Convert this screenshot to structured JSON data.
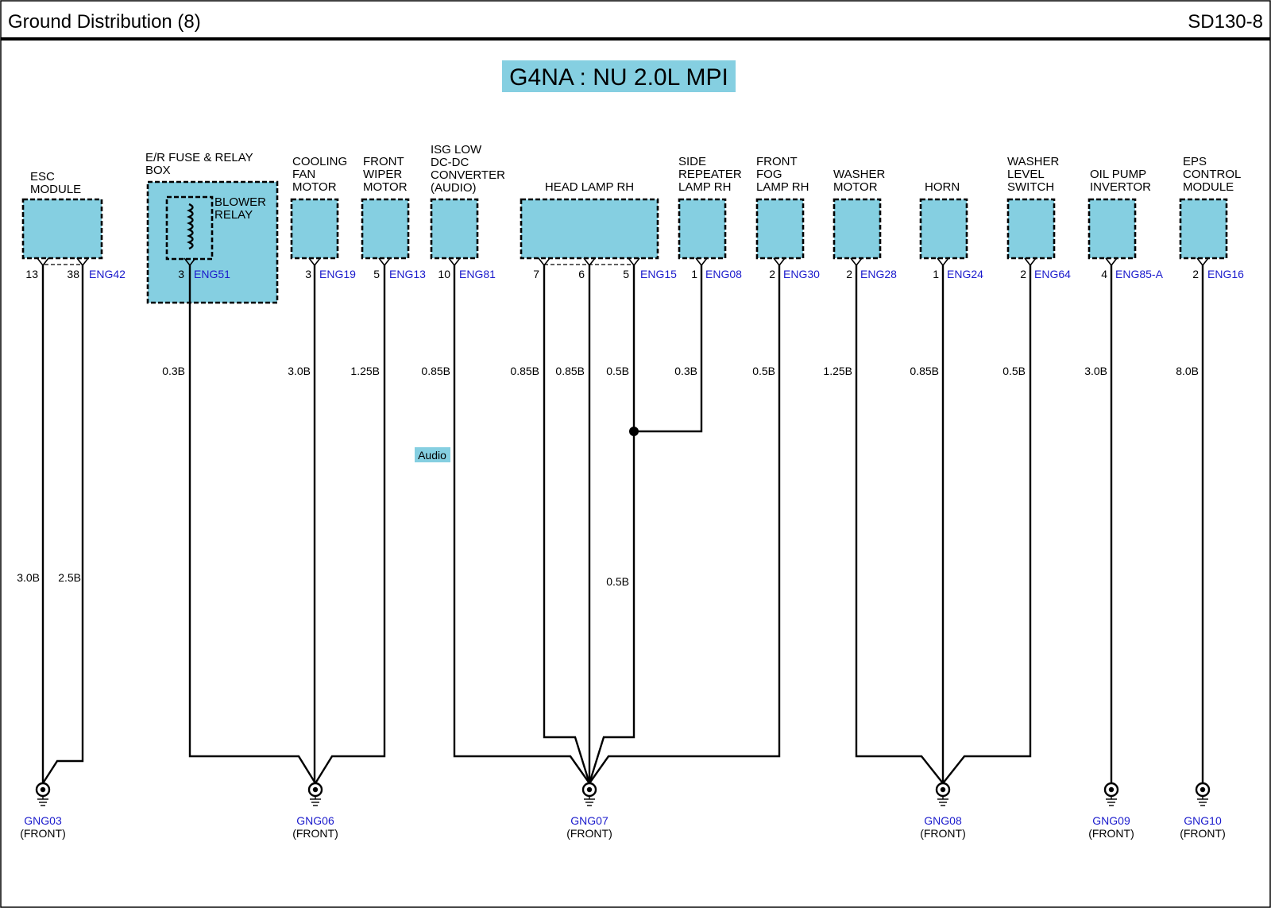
{
  "header": {
    "title": "Ground Distribution (8)",
    "code": "SD130-8"
  },
  "engine_label": "G4NA : NU 2.0L MPI",
  "audio_tag": "Audio",
  "colors": {
    "box_fill": "#85cfe1",
    "connector_text": "#1a1acc",
    "wire": "#000000"
  },
  "components": {
    "esc": {
      "line1": "ESC",
      "line2": "MODULE",
      "pin_a": "13",
      "pin_b": "38",
      "connector": "ENG42",
      "wire_a": "3.0B",
      "wire_b": "2.5B"
    },
    "er_fuse": {
      "line1": "E/R FUSE & RELAY",
      "line2": "BOX",
      "relay1": "BLOWER",
      "relay2": "RELAY",
      "pin": "3",
      "connector": "ENG51",
      "wire": "0.3B"
    },
    "cooling_fan": {
      "line1": "COOLING",
      "line2": "FAN",
      "line3": "MOTOR",
      "pin": "3",
      "connector": "ENG19",
      "wire": "3.0B"
    },
    "front_wiper": {
      "line1": "FRONT",
      "line2": "WIPER",
      "line3": "MOTOR",
      "pin": "5",
      "connector": "ENG13",
      "wire": "1.25B"
    },
    "isg": {
      "line1": "ISG LOW",
      "line2": "DC-DC",
      "line3": "CONVERTER",
      "line4": "(AUDIO)",
      "pin": "10",
      "connector": "ENG81",
      "wire": "0.85B"
    },
    "head_lamp": {
      "line1": "HEAD LAMP RH",
      "pin_a": "7",
      "pin_b": "6",
      "pin_c": "5",
      "connector": "ENG15",
      "wire_a": "0.85B",
      "wire_b": "0.85B",
      "wire_c": "0.5B",
      "wire_d": "0.5B"
    },
    "side_repeater": {
      "line1": "SIDE",
      "line2": "REPEATER",
      "line3": "LAMP RH",
      "pin": "1",
      "connector": "ENG08",
      "wire": "0.3B"
    },
    "front_fog": {
      "line1": "FRONT",
      "line2": "FOG",
      "line3": "LAMP RH",
      "pin": "2",
      "connector": "ENG30",
      "wire": "0.5B"
    },
    "washer_motor": {
      "line1": "WASHER",
      "line2": "MOTOR",
      "pin": "2",
      "connector": "ENG28",
      "wire": "1.25B"
    },
    "horn": {
      "line1": "HORN",
      "pin": "1",
      "connector": "ENG24",
      "wire": "0.85B"
    },
    "washer_level": {
      "line1": "WASHER",
      "line2": "LEVEL",
      "line3": "SWITCH",
      "pin": "2",
      "connector": "ENG64",
      "wire": "0.5B"
    },
    "oil_pump": {
      "line1": "OIL PUMP",
      "line2": "INVERTOR",
      "pin": "4",
      "connector": "ENG85-A",
      "wire": "3.0B"
    },
    "eps": {
      "line1": "EPS",
      "line2": "CONTROL",
      "line3": "MODULE",
      "pin": "2",
      "connector": "ENG16",
      "wire": "8.0B"
    }
  },
  "grounds": [
    {
      "id": "GNG03",
      "location": "(FRONT)"
    },
    {
      "id": "GNG06",
      "location": "(FRONT)"
    },
    {
      "id": "GNG07",
      "location": "(FRONT)"
    },
    {
      "id": "GNG08",
      "location": "(FRONT)"
    },
    {
      "id": "GNG09",
      "location": "(FRONT)"
    },
    {
      "id": "GNG10",
      "location": "(FRONT)"
    }
  ]
}
